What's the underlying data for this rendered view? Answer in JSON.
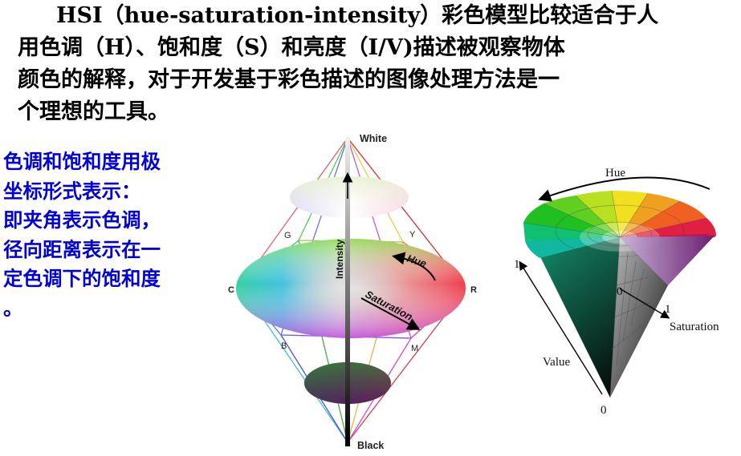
{
  "intro": {
    "lines": [
      "HSI（hue-saturation-intensity）彩色模型比较适合于人",
      "用色调（H）、饱和度（S）和亮度（I/V)描述被观察物体",
      "颜色的解释，对于开发基于彩色描述的图像处理方法是一",
      "个理想的工具。"
    ]
  },
  "note": {
    "lines": [
      "色调和饱和度用极",
      "坐标形式表示：",
      "即夹角表示色调，",
      "径向距离表示在一",
      "定色调下的饱和度",
      "。"
    ],
    "color": "#0000d6"
  },
  "hsi_diagram": {
    "white_label": "White",
    "black_label": "Black",
    "intensity_label": "Intensity",
    "hue_label": "Hue",
    "saturation_label": "Saturation",
    "vertex_labels": {
      "g": "G",
      "y": "Y",
      "c": "C",
      "r": "R",
      "b": "B",
      "m": "M"
    }
  },
  "hsv_cone": {
    "hue_label": "Hue",
    "value_label": "Value",
    "saturation_label": "Saturation",
    "one_value": "1",
    "one_saturation": "1",
    "zero_center": "0",
    "zero_bottom": "0"
  }
}
